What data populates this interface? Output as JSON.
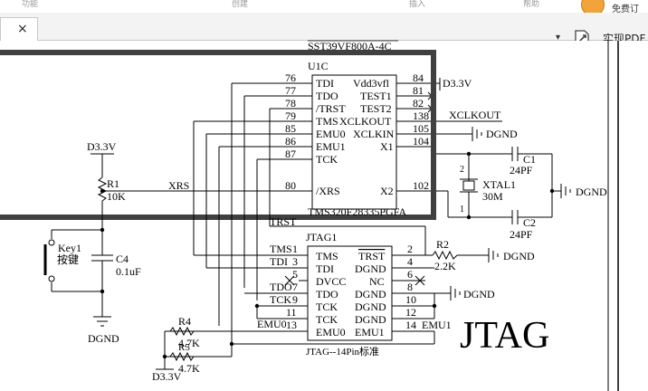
{
  "browser": {
    "top_strip": [
      "功能",
      "创建",
      "插入",
      "帮助"
    ],
    "tab_close": "×",
    "dropdown_arrow": "▾",
    "pdf_button": "实现PDF",
    "free_badge": "免费订",
    "icons": {
      "close": "close-icon",
      "dropdown": "chevron-down-icon",
      "pdf": "pdf-icon",
      "badge": "wifi-badge-icon"
    }
  },
  "schematic": {
    "top_partial": "SST39VF800A-4C",
    "u1": {
      "name": "U1C",
      "part": "TMS320F28335PGFA",
      "left_pins": [
        {
          "num": "76",
          "name": "TDI"
        },
        {
          "num": "77",
          "name": "TDO"
        },
        {
          "num": "78",
          "name": "/TRST"
        },
        {
          "num": "79",
          "name": "TMS"
        },
        {
          "num": "85",
          "name": "EMU0"
        },
        {
          "num": "86",
          "name": "EMU1"
        },
        {
          "num": "87",
          "name": "TCK"
        },
        {
          "num": "80",
          "name": "/XRS"
        }
      ],
      "right_pins": [
        {
          "num": "84",
          "name": "Vdd3vfl"
        },
        {
          "num": "81",
          "name": "TEST1"
        },
        {
          "num": "82",
          "name": "TEST2"
        },
        {
          "num": "138",
          "name": "XCLKOUT"
        },
        {
          "num": "105",
          "name": "XCLKIN"
        },
        {
          "num": "104",
          "name": "X1"
        },
        {
          "num": "102",
          "name": "X2"
        }
      ]
    },
    "jtag1": {
      "name": "JTAG1",
      "part": "JTAG--14Pin标准",
      "left_pins": [
        {
          "num": "1",
          "name": "TMS"
        },
        {
          "num": "3",
          "name": "TDI"
        },
        {
          "num": "5",
          "name": "DVCC"
        },
        {
          "num": "7",
          "name": "TDO"
        },
        {
          "num": "9",
          "name": "TCK"
        },
        {
          "num": "11",
          "name": "TCK"
        },
        {
          "num": "13",
          "name": "EMU0"
        }
      ],
      "right_pins": [
        {
          "num": "2",
          "name": "TRST"
        },
        {
          "num": "4",
          "name": "DGND"
        },
        {
          "num": "6",
          "name": "NC"
        },
        {
          "num": "8",
          "name": "DGND"
        },
        {
          "num": "10",
          "name": "DGND"
        },
        {
          "num": "12",
          "name": "DGND"
        },
        {
          "num": "14",
          "name": "EMU1"
        }
      ],
      "net_left": [
        "TMS",
        "TDI",
        "TDO",
        "TCK",
        "EMU0"
      ],
      "net_right": "EMU1"
    },
    "nets": {
      "d33v_top": "D3.3V",
      "xclkout": "XCLKOUT",
      "xrs": "XRS",
      "trst": "TRST",
      "dgnd": "DGND"
    },
    "components": {
      "r1": {
        "ref": "R1",
        "value": "10K",
        "supply": "D3.3V"
      },
      "c4": {
        "ref": "C4",
        "value": "0.1uF"
      },
      "key1": {
        "ref": "Key1",
        "value": "按键"
      },
      "c1": {
        "ref": "C1",
        "value": "24PF"
      },
      "c2": {
        "ref": "C2",
        "value": "24PF"
      },
      "xtal1": {
        "ref": "XTAL1",
        "value": "30M",
        "pin1": "1",
        "pin2": "2"
      },
      "r2": {
        "ref": "R2",
        "value": "2.2K"
      },
      "r4": {
        "ref": "R4",
        "value": "4.7K"
      },
      "r5": {
        "ref": "R5",
        "value": "4.7K"
      },
      "supply_bottom": "D3.3V"
    },
    "watermark": "JTAG"
  }
}
